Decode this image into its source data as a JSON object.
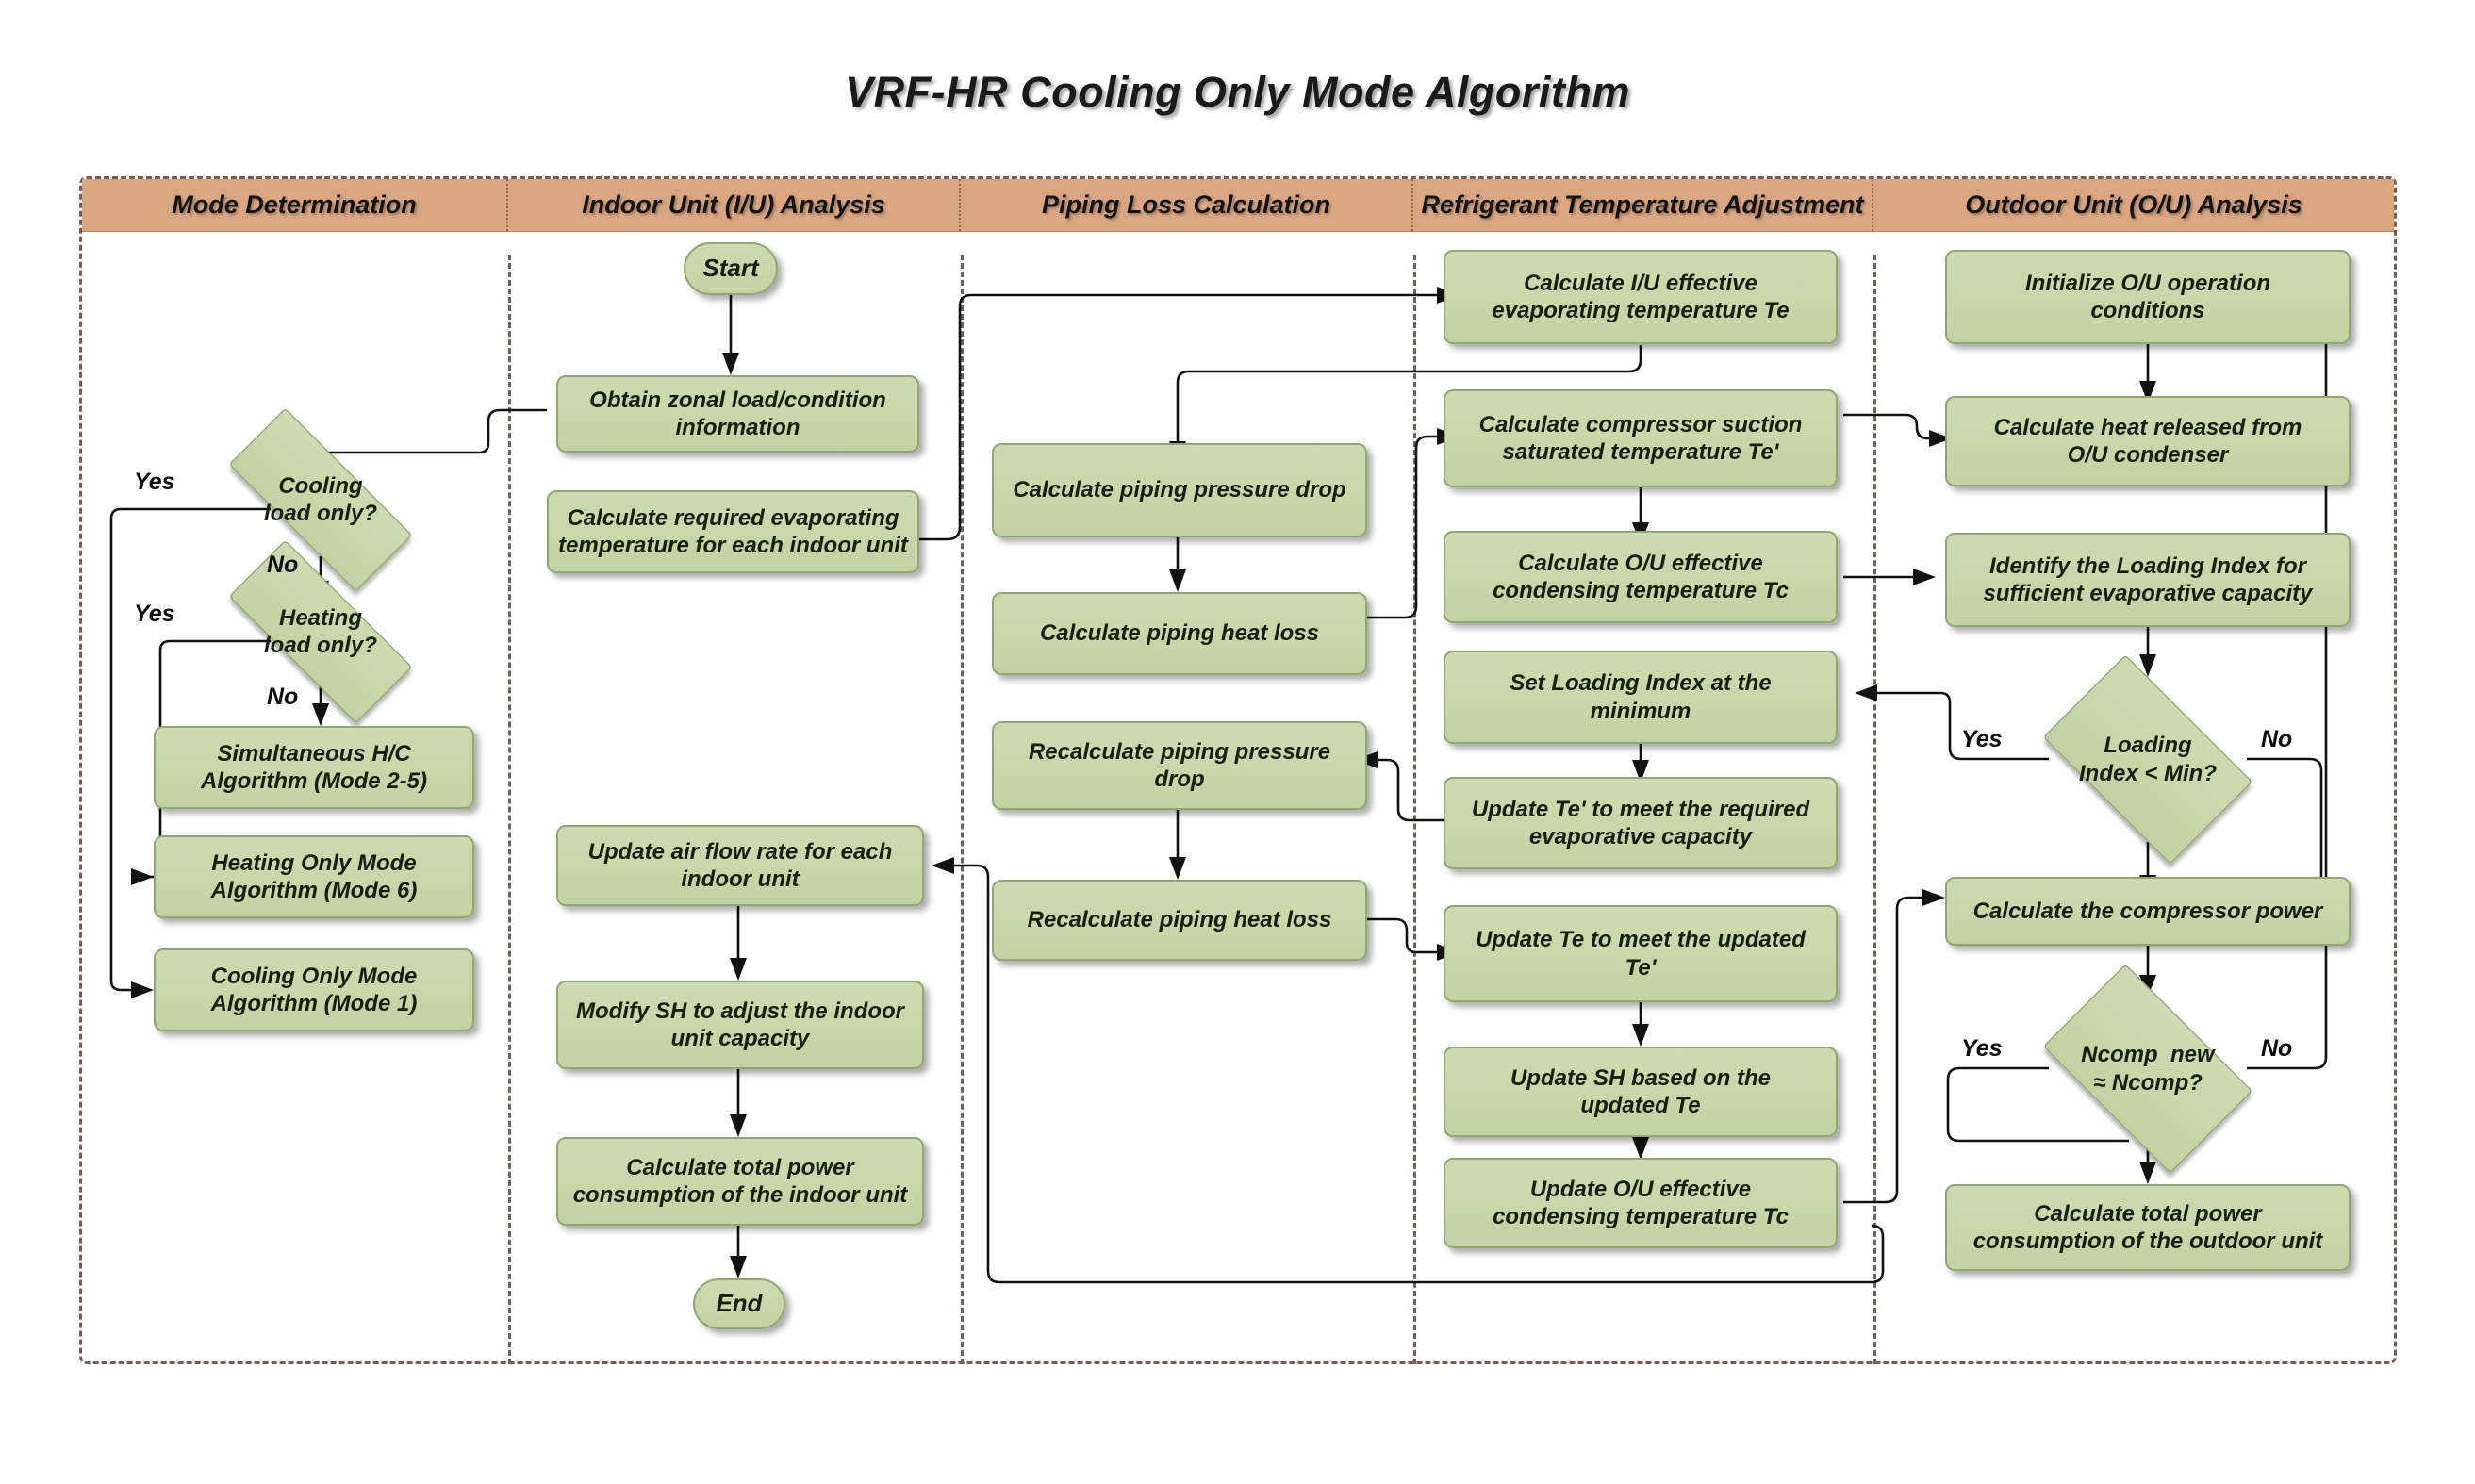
{
  "title": "VRF-HR Cooling Only Mode Algorithm",
  "colors": {
    "lane_header_bg": "#d9a681",
    "node_fill": "#c5d6a5",
    "node_border": "#8fa873",
    "frame_border": "#7a5c52",
    "connector": "#111111"
  },
  "lanes": [
    {
      "id": "mode",
      "label": "Mode Determination"
    },
    {
      "id": "iu",
      "label": "Indoor Unit (I/U) Analysis"
    },
    {
      "id": "piping",
      "label": "Piping Loss Calculation"
    },
    {
      "id": "refrig",
      "label": "Refrigerant Temperature Adjustment"
    },
    {
      "id": "ou",
      "label": "Outdoor Unit (O/U) Analysis"
    }
  ],
  "nodes": {
    "start": "Start",
    "end": "End",
    "cooling_decision": "Cooling\nload only?",
    "heating_decision": "Heating\nload only?",
    "simultaneous": "Simultaneous H/C\nAlgorithm (Mode 2-5)",
    "heating_only": "Heating Only Mode\nAlgorithm (Mode 6)",
    "cooling_only": "Cooling Only Mode\nAlgorithm (Mode 1)",
    "obtain_zonal": "Obtain zonal load/condition\ninformation",
    "calc_req_evap": "Calculate required evaporating\ntemperature for each indoor unit",
    "update_airflow": "Update air flow rate for each\nindoor unit",
    "modify_sh": "Modify SH to adjust the indoor\nunit capacity",
    "calc_iu_power": "Calculate total power\nconsumption of the indoor unit",
    "calc_press_drop": "Calculate piping pressure drop",
    "calc_heat_loss": "Calculate piping  heat loss",
    "recalc_press_drop": "Recalculate piping pressure\ndrop",
    "recalc_heat_loss": "Recalculate piping heat loss",
    "calc_iu_te": "Calculate I/U effective\nevaporating temperature Te",
    "calc_suction_te": "Calculate compressor suction\nsaturated temperature Te'",
    "calc_ou_tc": "Calculate O/U effective\ncondensing temperature Tc",
    "set_loading_min": "Set Loading Index at the\nminimum",
    "update_te_prime": "Update Te' to meet the required\nevaporative capacity",
    "update_te": "Update Te to meet the updated\nTe'",
    "update_sh": "Update SH based on the\nupdated Te",
    "update_ou_tc": "Update O/U effective\ncondensing temperature Tc",
    "init_ou": "Initialize O/U operation\nconditions",
    "calc_heat_released": "Calculate heat released from\nO/U condenser",
    "identify_loading": "Identify the Loading Index for\nsufficient evaporative capacity",
    "loading_decision": "Loading\nIndex < Min?",
    "calc_comp_power": "Calculate the compressor power",
    "ncomp_decision": "Ncomp_new\n≈  Ncomp?",
    "calc_ou_power": "Calculate total power\nconsumption of the outdoor unit"
  },
  "edge_labels": {
    "cooling_yes": "Yes",
    "cooling_no": "No",
    "heating_yes": "Yes",
    "heating_no": "No",
    "loading_yes": "Yes",
    "loading_no": "No",
    "ncomp_yes": "Yes",
    "ncomp_no": "No"
  }
}
